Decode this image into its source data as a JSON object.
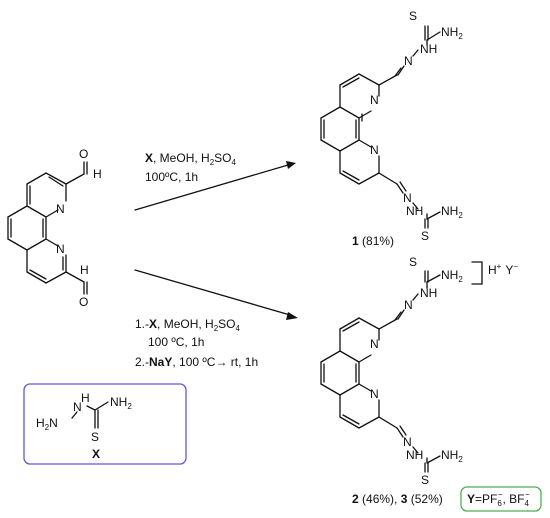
{
  "start_material": {
    "atoms": {
      "O": "O",
      "H": "H",
      "N": "N"
    }
  },
  "reaction_top": {
    "reagent_x": "X",
    "reagent_rest": ", MeOH, H",
    "reagent_sub": "2",
    "reagent_so": "SO",
    "reagent_sub2": "4",
    "temp_time": "100ºC, 1h"
  },
  "reaction_bottom": {
    "step1_prefix": "1.-",
    "step1_x": "X",
    "step1_rest": ", MeOH, H",
    "step1_sub": "2",
    "step1_so": "SO",
    "step1_sub2": "4",
    "step1_temp": "100 ºC, 1h",
    "step2_prefix": "2.-",
    "step2_reagent": "NaY",
    "step2_rest": ", 100 ºC",
    "step2_arrow": "→",
    "step2_end": " rt, 1h"
  },
  "product_top": {
    "label_num": "1",
    "label_yield": " (81%)",
    "thio": {
      "S": "S",
      "NH": "NH",
      "NH2_base": "NH",
      "NH2_sub": "2",
      "N": "N"
    }
  },
  "product_bottom": {
    "label_num_a": "2",
    "label_yield_a": " (46%), ",
    "label_num_b": "3",
    "label_yield_b": " (52%)",
    "counterion_h": "H",
    "counterion_h_sup": "+",
    "counterion_y": "Y",
    "counterion_y_sup": "−"
  },
  "reagent_box": {
    "label": "X",
    "h2n_base": "H",
    "h2n_sub": "2",
    "h2n_n": "N",
    "nh_n": "N",
    "nh_h": "H",
    "nh2_base": "NH",
    "nh2_sub": "2",
    "s": "S"
  },
  "anion_box": {
    "y": "Y",
    "eq": "=PF",
    "pf_sub": "6",
    "pf_sup": "−",
    "comma": ", BF",
    "bf_sub": "4",
    "bf_sup": "−"
  },
  "colors": {
    "reagent_box_border": "#5b5bd6",
    "anion_box_border": "#4caf50"
  }
}
